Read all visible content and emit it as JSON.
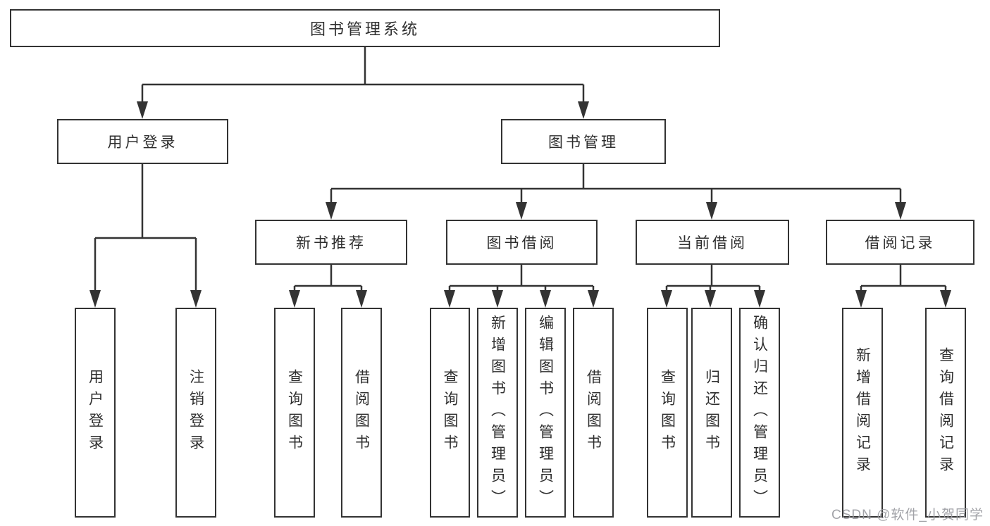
{
  "tree": {
    "root": {
      "label": "图书管理系统",
      "children": [
        {
          "label": "用户登录",
          "children": [
            {
              "label": "用户登录"
            },
            {
              "label": "注销登录"
            }
          ]
        },
        {
          "label": "图书管理",
          "children": [
            {
              "label": "新书推荐",
              "children": [
                {
                  "label": "查询图书"
                },
                {
                  "label": "借阅图书"
                }
              ]
            },
            {
              "label": "图书借阅",
              "children": [
                {
                  "label": "查询图书"
                },
                {
                  "label": "新增图书（管理员）"
                },
                {
                  "label": "编辑图书（管理员）"
                },
                {
                  "label": "借阅图书"
                }
              ]
            },
            {
              "label": "当前借阅",
              "children": [
                {
                  "label": "查询图书"
                },
                {
                  "label": "归还图书"
                },
                {
                  "label": "确认归还（管理员）"
                }
              ]
            },
            {
              "label": "借阅记录",
              "children": [
                {
                  "label": "新增借阅记录"
                },
                {
                  "label": "查询借阅记录"
                }
              ]
            }
          ]
        }
      ]
    }
  },
  "watermark": "CSDN @软件_小贺同学",
  "colors": {
    "line": "#333333",
    "text": "#2e2e2e",
    "watermark": "#98999e",
    "background": "#ffffff"
  }
}
